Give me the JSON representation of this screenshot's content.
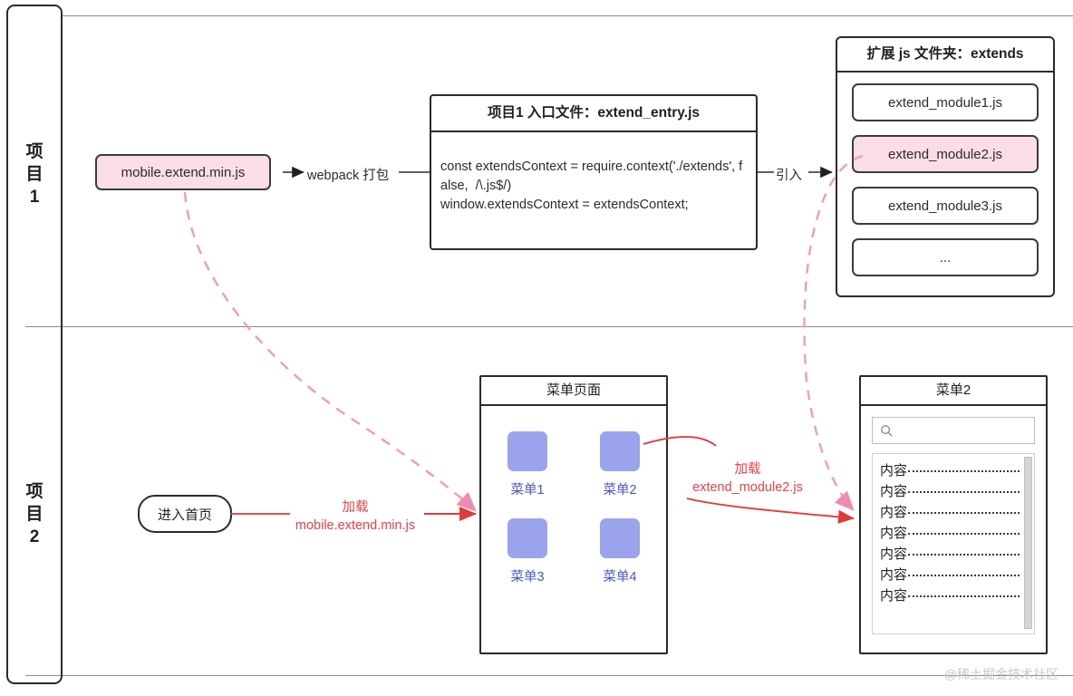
{
  "sections": [
    {
      "label": "项目\n1",
      "name": "project-1"
    },
    {
      "label": "项目\n2",
      "name": "project-2"
    }
  ],
  "section1_label_line1": "项",
  "section1_label_line2": "目",
  "section1_label_line3": "1",
  "section2_label_line1": "项",
  "section2_label_line2": "目",
  "section2_label_line3": "2",
  "bundle_node": {
    "label": "mobile.extend.min.js",
    "fill": "#fadde6"
  },
  "entry_card": {
    "title": "项目1 入口文件：extend_entry.js",
    "code": "const extendsContext = require.context('./extends', false,  /\\.js$/)\nwindow.extendsContext = extendsContext;"
  },
  "extends_card": {
    "title": "扩展 js 文件夹：extends",
    "modules": [
      {
        "label": "extend_module1.js",
        "highlighted": false
      },
      {
        "label": "extend_module2.js",
        "highlighted": true
      },
      {
        "label": "extend_module3.js",
        "highlighted": false
      },
      {
        "label": "...",
        "highlighted": false
      }
    ]
  },
  "edges": {
    "webpack": "webpack 打包",
    "import": "引入",
    "load_bundle_line1": "加载",
    "load_bundle_line2": "mobile.extend.min.js",
    "load_module_line1": "加载",
    "load_module_line2": "extend_module2.js"
  },
  "menu_page": {
    "title": "菜单页面",
    "items": [
      {
        "label": "菜单1"
      },
      {
        "label": "菜单2"
      },
      {
        "label": "菜单3"
      },
      {
        "label": "菜单4"
      }
    ],
    "icon_color": "#9aa3ec",
    "label_color": "#4655c8"
  },
  "menu2_panel": {
    "title": "菜单2",
    "search_placeholder": "",
    "rows": [
      "内容",
      "内容",
      "内容",
      "内容",
      "内容",
      "内容",
      "内容"
    ]
  },
  "enter_home": {
    "label": "进入首页"
  },
  "watermark": "@稀土掘金技术社区",
  "colors": {
    "pink_fill": "#fadde6",
    "pink_stroke": "#e78ca8",
    "red_arrow": "#e03a3a",
    "red_text": "#e8414a",
    "dark_stroke": "#2b2b2b",
    "menu_icon": "#9aa3ec"
  }
}
